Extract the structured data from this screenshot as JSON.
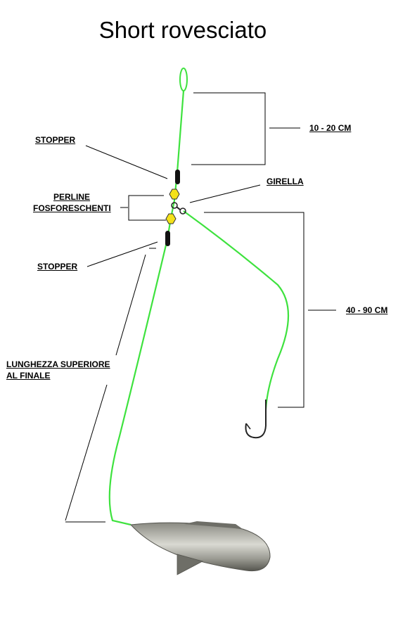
{
  "title": "Short rovesciato",
  "labels": {
    "stopper_top": "STOPPER",
    "perline_line1": "PERLINE",
    "perline_line2": "FOSFORESCHENTI",
    "girella": "GIRELLA",
    "stopper_bottom": "STOPPER",
    "lunghezza_line1": "LUNGHEZZA SUPERIORE",
    "lunghezza_line2": "AL FINALE",
    "range_upper": "10 - 20 CM",
    "range_lower": "40 - 90 CM"
  },
  "colors": {
    "line": "#3ee23e",
    "bead": "#f4e11a",
    "stopper": "#111111",
    "hook": "#222222",
    "lead_light": "#d9d9d2",
    "lead_dark": "#5c5c56"
  }
}
